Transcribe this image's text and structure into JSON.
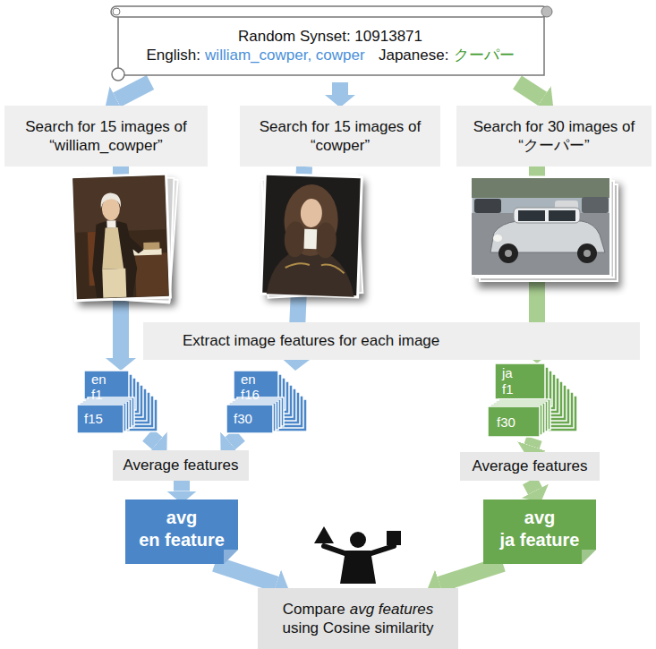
{
  "diagram": {
    "nodes": [
      {
        "text": [
          "Random Synset: 10913871",
          "English:",
          "william_cowper, cowper",
          "Japanese:",
          "クーパー"
        ]
      },
      {
        "text": [
          "Search for 15 images of “william_cowper”"
        ]
      },
      {
        "text": [
          "Search for 15 images of “cowper”"
        ]
      },
      {
        "text": [
          "Search for 30 images of “クーパー”"
        ]
      },
      {
        "text": [
          "Extract image features for each image"
        ]
      },
      {
        "text": [
          "en",
          "f1",
          "f15"
        ]
      },
      {
        "text": [
          "en",
          "f16",
          "f30"
        ]
      },
      {
        "text": [
          "ja",
          "f1",
          "f30"
        ]
      },
      {
        "text": [
          "Average features"
        ]
      },
      {
        "text": [
          "Average features"
        ]
      },
      {
        "text": [
          "avg",
          "en feature"
        ]
      },
      {
        "text": [
          "avg",
          "ja feature"
        ]
      },
      {
        "text": [
          "Compare",
          "avg features",
          "using Cosine similarity"
        ]
      }
    ],
    "edges": [
      {
        "from": 0,
        "to": 1,
        "arrow": "to"
      },
      {
        "from": 0,
        "to": 2,
        "arrow": "to"
      },
      {
        "from": 0,
        "to": 3,
        "arrow": "to"
      },
      {
        "from": 1,
        "to": 5,
        "arrow": "to"
      },
      {
        "from": 2,
        "to": 6,
        "arrow": "to"
      },
      {
        "from": 3,
        "to": 7,
        "arrow": "to"
      },
      {
        "from": 5,
        "to": 8,
        "arrow": "to"
      },
      {
        "from": 6,
        "to": 8,
        "arrow": "to"
      },
      {
        "from": 8,
        "to": 10,
        "arrow": "to"
      },
      {
        "from": 7,
        "to": 9,
        "arrow": "to"
      },
      {
        "from": 9,
        "to": 11,
        "arrow": "to"
      },
      {
        "from": 10,
        "to": 12,
        "arrow": "to"
      },
      {
        "from": 11,
        "to": 12,
        "arrow": "to"
      }
    ]
  }
}
